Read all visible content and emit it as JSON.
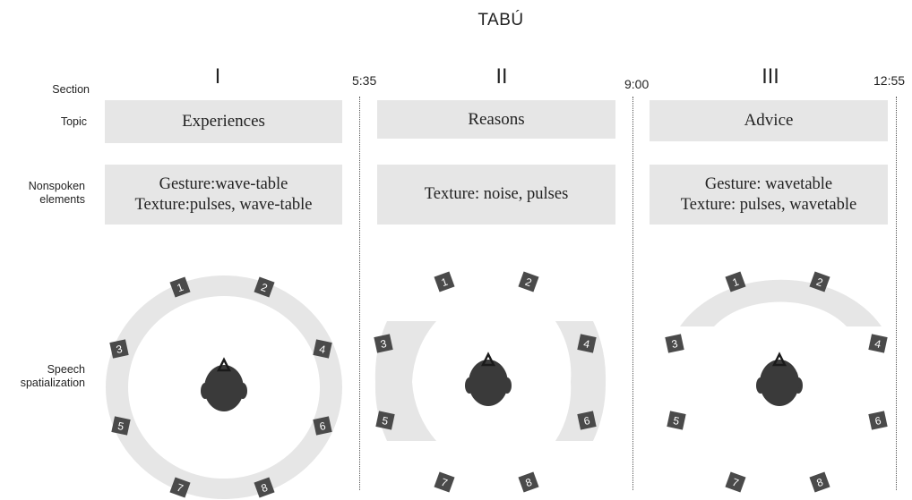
{
  "title": "TABÚ",
  "row_labels": {
    "section": "Section",
    "topic": "Topic",
    "nonspoken": [
      "Nonspoken",
      "elements"
    ],
    "speech": [
      "Speech",
      "spatialization"
    ]
  },
  "sections": [
    {
      "numeral": "I",
      "end_time": "5:35",
      "topic": "Experiences",
      "nonspoken": [
        "Gesture:wave-table",
        "Texture:pulses, wave-table"
      ],
      "pattern": "full-ring"
    },
    {
      "numeral": "II",
      "end_time": "9:00",
      "topic": "Reasons",
      "nonspoken": [
        "Texture: noise, pulses"
      ],
      "pattern": "side-arcs"
    },
    {
      "numeral": "III",
      "end_time": "12:55",
      "topic": "Advice",
      "nonspoken": [
        "Gesture: wavetable",
        "Texture: pulses, wavetable"
      ],
      "pattern": "top-arc"
    }
  ],
  "speakers": [
    "1",
    "2",
    "3",
    "4",
    "5",
    "6",
    "7",
    "8"
  ],
  "colors": {
    "box_fill": "#e6e6e6",
    "speaker_fill": "#4a4a4a",
    "head_fill": "#3a3a3a",
    "text": "#222222"
  }
}
